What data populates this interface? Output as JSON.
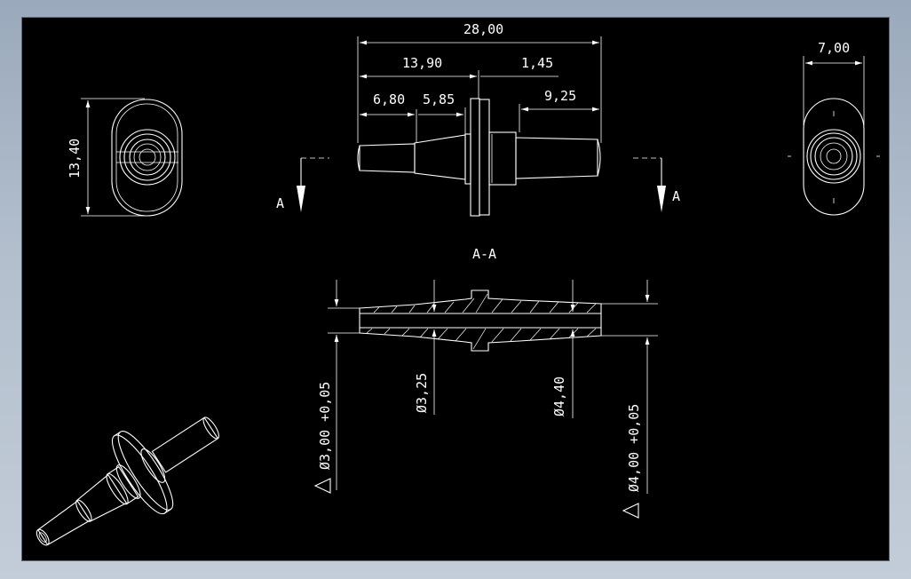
{
  "drawing": {
    "dimensions": {
      "overall_length": "28,00",
      "left_to_flange": "13,90",
      "flange_offset": "1,45",
      "left_step": "6,80",
      "second_step": "5,85",
      "right_length": "9,25",
      "side_height": "13,40",
      "right_width": "7,00"
    },
    "section": {
      "label": "A-A",
      "marker_left": "A",
      "marker_right": "A",
      "dia_left": "Ø3,00 +0,05",
      "dia_inner_left": "Ø3,25",
      "dia_inner_right": "Ø4,40",
      "dia_right": "Ø4,00 +0,05"
    }
  },
  "colors": {
    "background": "#000000",
    "lines": "#ffffff",
    "frame": "#a9b5c5"
  }
}
